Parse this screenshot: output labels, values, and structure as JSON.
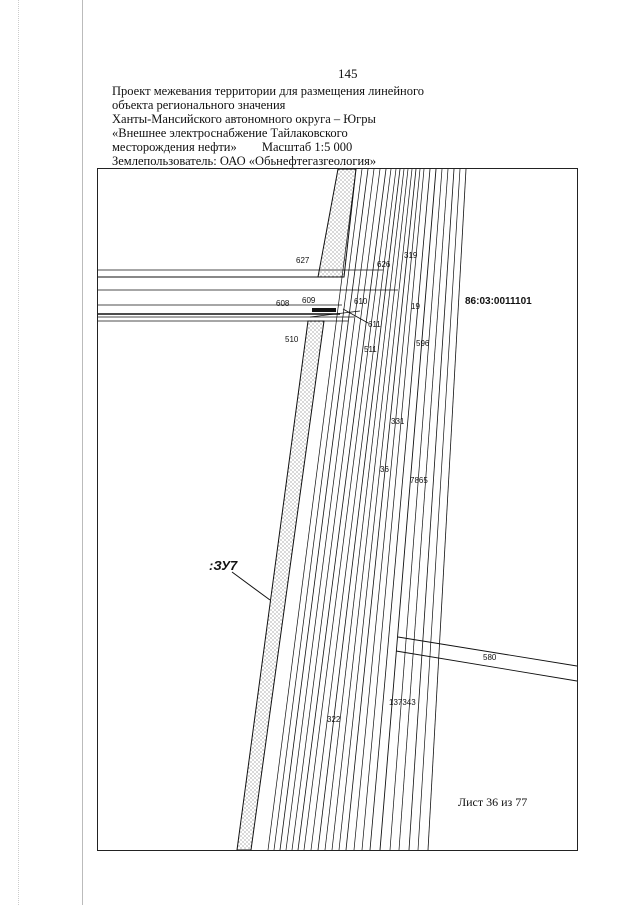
{
  "page_number": "145",
  "header": {
    "line1": "Проект межевания территории для размещения линейного",
    "line2": "объекта регионального значения",
    "line3": "Ханты-Мансийского автономного округа – Югры",
    "line4": "«Внешнее электроснабжение Тайлаковского",
    "line5_project": "месторождения нефти»",
    "line5_scale": "Масштаб 1:5 000",
    "line6": "Землепользователь: ОАО «Обьнефтегазгеология»"
  },
  "map": {
    "cadastral_block": "86:03:0011101",
    "parcel_label": ":ЗУ7",
    "point_labels": [
      "627",
      "626",
      "608",
      "609",
      "610",
      "611",
      "510",
      "511"
    ],
    "parcel_numbers": [
      "319",
      "19",
      "596",
      "331",
      "36",
      "7865",
      "580",
      "137343",
      "322"
    ]
  },
  "sheet_info": "Лист 36 из 77"
}
